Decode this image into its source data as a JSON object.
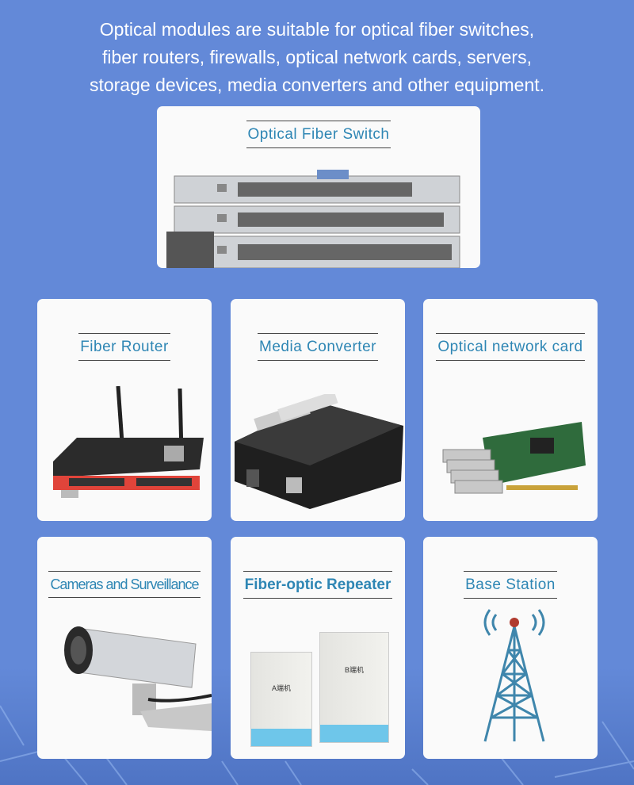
{
  "intro": {
    "line1": "Optical modules are suitable for optical fiber switches,",
    "line2": "fiber routers, firewalls, optical network cards, servers,",
    "line3": "storage devices, media converters and other equipment."
  },
  "cards": [
    {
      "title": "Optical Fiber Switch"
    },
    {
      "title": "Fiber Router"
    },
    {
      "title": "Media Converter"
    },
    {
      "title": "Optical network card"
    },
    {
      "title": "Cameras and Surveillance"
    },
    {
      "title": "Fiber-optic Repeater",
      "labels": [
        "A端机",
        "B端机"
      ]
    },
    {
      "title": "Base Station"
    }
  ],
  "colors": {
    "background": "#6389d8",
    "title": "#2e86b4",
    "tower": "#3f86ac"
  }
}
